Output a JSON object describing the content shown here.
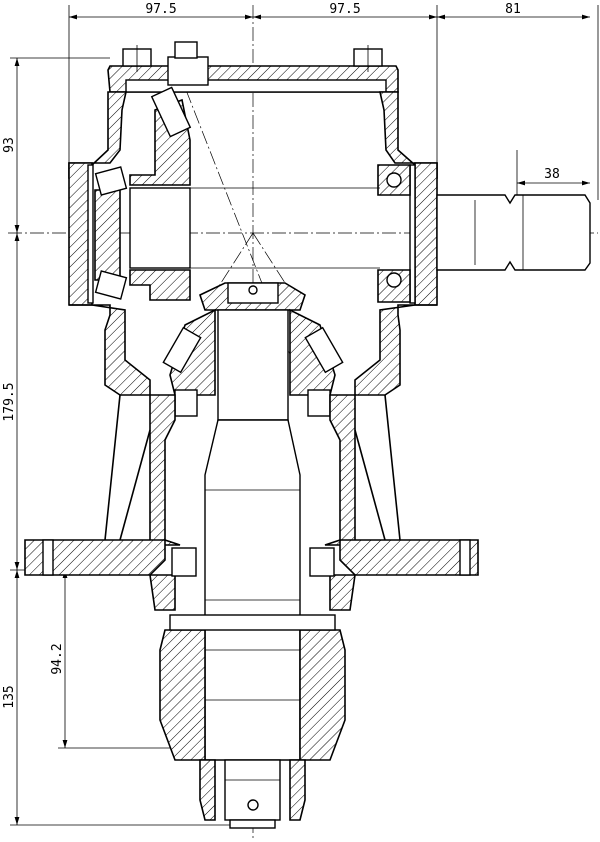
{
  "drawing": {
    "title": "Gearbox cross-section",
    "dimensions": {
      "top_left_width": "97.5",
      "top_right_width": "97.5",
      "shaft_extension": "81",
      "shaft_spline_length": "38",
      "top_to_axis": "93",
      "axis_to_flange": "179.5",
      "flange_to_bottom": "135",
      "flange_to_hub": "94.2"
    },
    "line_color": "#000000",
    "background": "#ffffff"
  }
}
